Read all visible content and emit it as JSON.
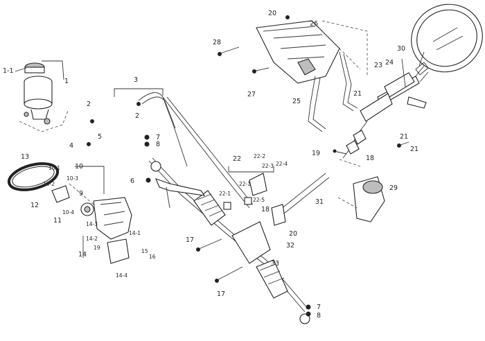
{
  "labels": {
    "l20": "20",
    "l26": "26",
    "l28": "28",
    "l30": "30",
    "l23": "23",
    "l24": "24",
    "l27": "27",
    "l25": "25",
    "l21a": "21",
    "l21b": "21",
    "l21c": "21",
    "l19a": "19",
    "l18a": "18",
    "l29": "29",
    "l31": "31",
    "l1_1": "1-1",
    "l1": "1",
    "l2a": "2",
    "l2b": "2",
    "l3": "3",
    "l4": "4",
    "l5": "5",
    "l7a": "7",
    "l8a": "8",
    "l13": "13",
    "l10": "10",
    "l10_1": "10-1",
    "l10_2": "10-2",
    "l10_3": "10-3",
    "l10_4": "10-4",
    "l12": "12",
    "l11": "11",
    "l22": "22",
    "l22_2": "22-2",
    "l22_3": "22-3",
    "l22_4": "22-4",
    "l22_1a": "22-1",
    "l22_1b": "22-1",
    "l22_5": "22-5",
    "l6": "6",
    "l9": "9",
    "l14_1": "14-1",
    "l14_2": "14-2",
    "l14_3": "14-3",
    "l14": "14",
    "l15": "15",
    "l16": "16",
    "l19b": "19",
    "l14_4": "14-4",
    "l17a": "17",
    "l17b": "17",
    "l18b": "18",
    "l20b": "20",
    "l32": "32",
    "l33": "33",
    "l7b": "7",
    "l8b": "8"
  }
}
